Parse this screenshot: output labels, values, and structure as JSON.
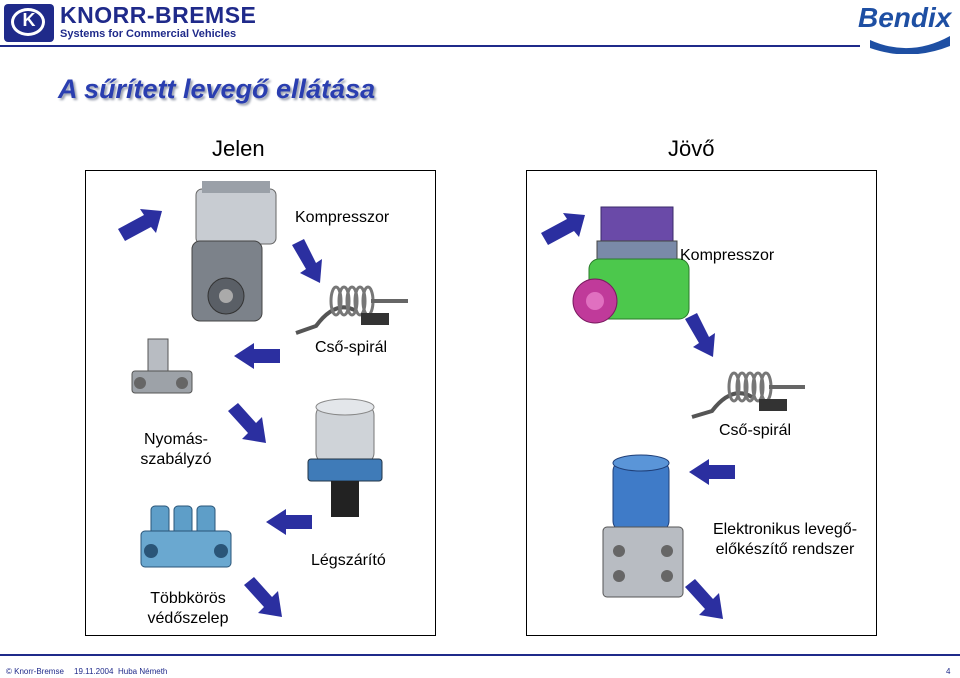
{
  "header": {
    "brand_mark": "K",
    "brand_name": "KNORR-BREMSE",
    "brand_tagline": "Systems for Commercial Vehicles",
    "partner_logo": "Bendix"
  },
  "slide": {
    "title": "A sűrített levegő ellátása",
    "present_heading": "Jelen",
    "future_heading": "Jövő"
  },
  "present_panel": {
    "compressor_label": "Kompresszor",
    "coil_label": "Cső-spirál",
    "regulator_label_line1": "Nyomás-",
    "regulator_label_line2": "szabályzó",
    "dryer_label": "Légszárító",
    "protection_label_line1": "Többkörös",
    "protection_label_line2": "védőszelep"
  },
  "future_panel": {
    "compressor_label": "Kompresszor",
    "coil_label": "Cső-spirál",
    "eapu_label_line1": "Elektronikus levegő-",
    "eapu_label_line2": "előkészítő rendszer"
  },
  "footer": {
    "copyright": "© Knorr-Bremse",
    "date": "19.11.2004",
    "author": "Huba Németh",
    "page_number": "4"
  },
  "colors": {
    "brand_blue": "#1f2a8a",
    "title_blue": "#2a3eb0",
    "arrow_blue": "#2b2fa0"
  }
}
